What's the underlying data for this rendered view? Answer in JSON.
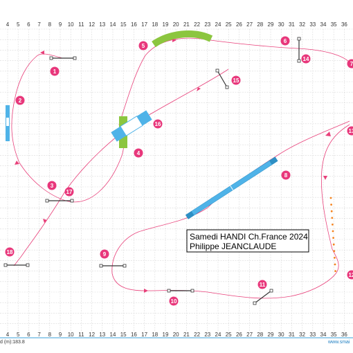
{
  "info": {
    "event": "Samedi HANDI Ch.France 2024",
    "judge": "Philippe JEANCLAUDE"
  },
  "ruler": [
    "4",
    "5",
    "6",
    "7",
    "8",
    "9",
    "10",
    "11",
    "12",
    "13",
    "14",
    "15",
    "16",
    "17",
    "18",
    "19",
    "20",
    "21",
    "22",
    "23",
    "24",
    "25",
    "26",
    "27",
    "28",
    "29",
    "30",
    "31",
    "32",
    "33",
    "34",
    "35",
    "36",
    "3"
  ],
  "obstacle_numbers": [
    "1",
    "2",
    "3",
    "4",
    "5",
    "6",
    "7",
    "8",
    "9",
    "10",
    "11",
    "12",
    "13",
    "14",
    "15",
    "16",
    "17",
    "18"
  ],
  "footer": {
    "left": "d (m):183.8",
    "right": "www.smai"
  },
  "colors": {
    "path": "#e8407a",
    "badge": "#e8377b",
    "grid": "#d9d9d9",
    "tunnel": "#8cc63f",
    "weave": "#f5841f",
    "contact": "#4fb3e8",
    "footer_rule": "#3aa0d8",
    "footer_link": "#1f7fc2"
  }
}
